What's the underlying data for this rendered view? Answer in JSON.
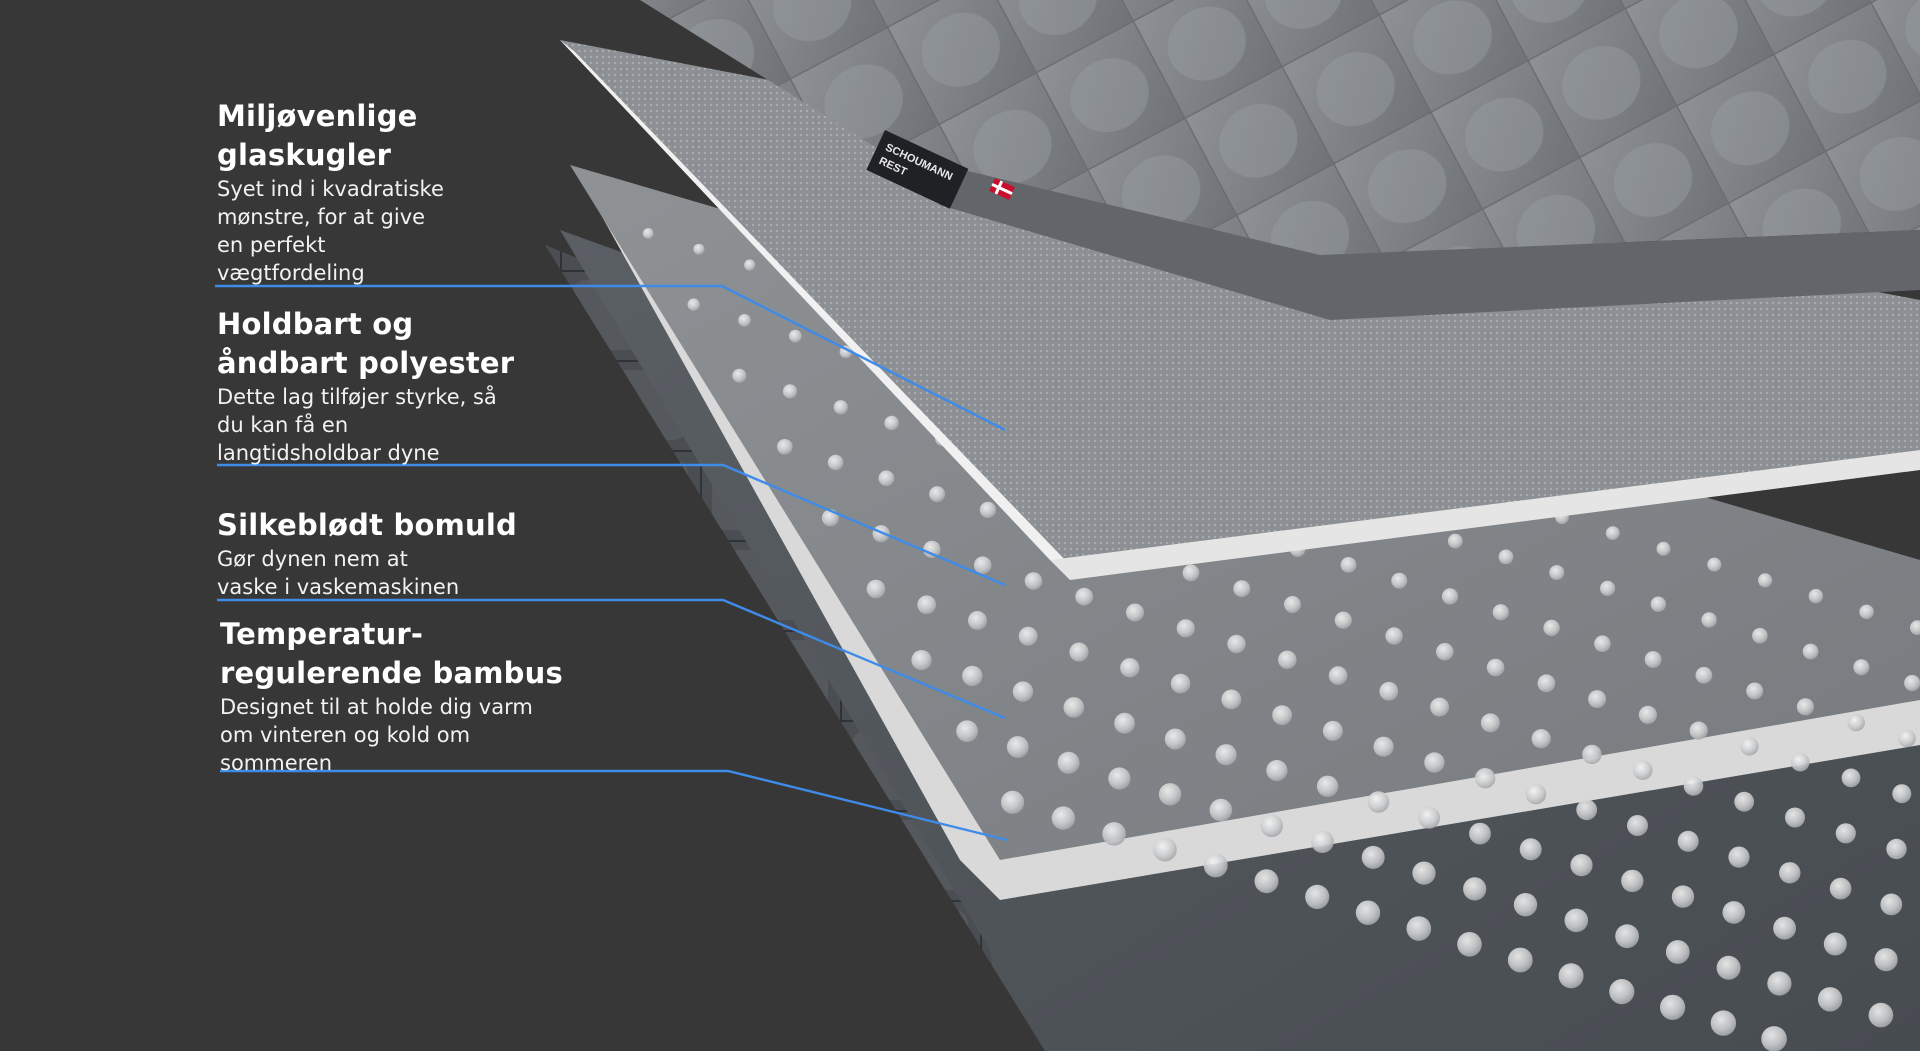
{
  "features": [
    {
      "title": "Miljøvenlige\nglaskugler",
      "description": "Syet ind i kvadratiske\nmønstre, for at give\nen perfekt\nvægtfordeling"
    },
    {
      "title": "Holdbart og\nåndbart polyester",
      "description": "Dette lag tilføjer styrke, så\ndu kan få en\nlangtidsholdbar dyne"
    },
    {
      "title": "Silkeblødt bomuld",
      "description": "Gør dynen nem at\nvaske i vaskemaskinen"
    },
    {
      "title": "Temperatur-\nregulerende bambus",
      "description": "Designet til at holde dig varm\nom vinteren og kold om\nsommeren"
    }
  ],
  "brand_label": {
    "text": "SCHOUMANN REST",
    "flag_icon": "danish-flag-icon"
  },
  "colors": {
    "background": "#373737",
    "callout_line": "#3f8be8",
    "text": "#ffffff"
  }
}
